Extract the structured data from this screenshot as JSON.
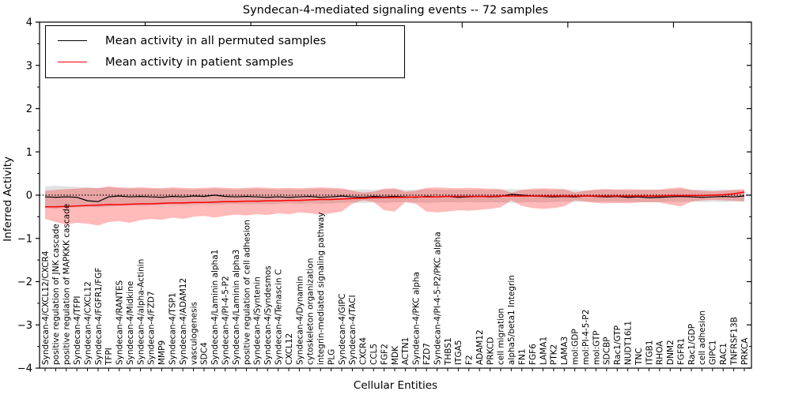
{
  "title": "Syndecan-4-mediated signaling events -- 72 samples",
  "axes": {
    "x_label": "Cellular Entities",
    "y_label": "Inferred Activity",
    "y_tick_values": [
      4,
      3,
      2,
      1,
      0,
      -1,
      -2,
      -3,
      -4
    ],
    "y_tick_labels": [
      "4",
      "3",
      "2",
      "1",
      "0",
      "−1",
      "−2",
      "−3",
      "−4"
    ],
    "y_min": -4,
    "y_max": 4
  },
  "legend": {
    "items": [
      {
        "label": "Mean activity in all permuted samples",
        "color": "#000000"
      },
      {
        "label": "Mean activity in patient samples",
        "color": "#ff0000"
      }
    ]
  },
  "colors": {
    "permuted_line": "#000000",
    "patient_line": "#ff0000",
    "permuted_band": "#aaaaaa",
    "patient_band": "#ff0000",
    "zero_line": "#000000"
  },
  "chart_data": {
    "type": "line",
    "title": "Syndecan-4-mediated signaling events -- 72 samples",
    "xlabel": "Cellular Entities",
    "ylabel": "Inferred Activity",
    "ylim": [
      -4,
      4
    ],
    "grid": false,
    "legend_position": "upper left",
    "zero_line": 0,
    "categories": [
      "Syndecan-4/CXCL12/CXCR4",
      "positive regulation of JNK cascade",
      "positive regulation of MAPKKK cascade",
      "Syndecan-4/TFPI",
      "Syndecan-4/CXCL12",
      "Syndecan-4/FGFR1/FGF",
      "TFPI",
      "Syndecan-4/RANTES",
      "Syndecan-4/Midkine",
      "Syndecan-4/alpha-Actinin",
      "Syndecan-4/FZD7",
      "MMP9",
      "Syndecan-4/TSP1",
      "Syndecan-4/ADAM12",
      "vasculogenesis",
      "SDC4",
      "Syndecan-4/Laminin alpha1",
      "Syndecan-4/PI-4-5-P2",
      "Syndecan-4/Laminin alpha3",
      "positive regulation of cell adhesion",
      "Syndecan-4/Syntenin",
      "Syndecan-4/Syndesmos",
      "Syndecan-4/Tenascin C",
      "CXCL12",
      "Syndecan-4/Dynamin",
      "cytoskeleton organization",
      "integrin-mediated signaling pathway",
      "PLG",
      "Syndecan-4/GIPC",
      "Syndecan-4/TACI",
      "CXCR4",
      "CCL5",
      "FGF2",
      "MDK",
      "ACTN1",
      "Syndecan-4/PKC alpha",
      "FZD7",
      "Syndecan-4/PI-4-5-P2/PKC alpha",
      "THBS1",
      "ITGA5",
      "F2",
      "ADAM12",
      "PRKCD",
      "cell migration",
      "alpha5/beta1 Integrin",
      "FN1",
      "FGF6",
      "LAMA1",
      "PTK2",
      "LAMA3",
      "mol:GDP",
      "mol:PI-4-5-P2",
      "mol:GTP",
      "SDCBP",
      "Rac1/GTP",
      "NUDT16L1",
      "TNC",
      "ITGB1",
      "RHOA",
      "DNM2",
      "FGFR1",
      "Rac1/GDP",
      "cell adhesion",
      "GIPC1",
      "RAC1",
      "TNFRSF13B",
      "PRKCA"
    ],
    "series": [
      {
        "name": "Mean activity in all permuted samples",
        "color": "#000000",
        "values": [
          -0.04,
          -0.05,
          -0.04,
          -0.05,
          -0.13,
          -0.15,
          -0.04,
          -0.02,
          -0.04,
          -0.03,
          -0.04,
          -0.05,
          -0.03,
          -0.04,
          -0.02,
          -0.03,
          0.0,
          -0.03,
          -0.04,
          -0.03,
          -0.04,
          -0.05,
          -0.04,
          -0.05,
          -0.04,
          -0.03,
          -0.05,
          -0.04,
          -0.02,
          -0.04,
          -0.05,
          -0.03,
          -0.04,
          -0.03,
          -0.04,
          -0.05,
          -0.03,
          -0.04,
          -0.03,
          -0.05,
          -0.04,
          -0.03,
          -0.04,
          -0.03,
          0.02,
          0.0,
          -0.02,
          -0.03,
          -0.04,
          -0.03,
          -0.04,
          -0.02,
          -0.03,
          -0.04,
          -0.03,
          -0.05,
          -0.04,
          -0.06,
          -0.05,
          -0.04,
          -0.03,
          -0.04,
          -0.05,
          -0.04,
          -0.03,
          -0.04,
          -0.02
        ]
      },
      {
        "name": "Mean activity in patient samples",
        "color": "#ff0000",
        "values": [
          -0.27,
          -0.27,
          -0.26,
          -0.25,
          -0.24,
          -0.23,
          -0.22,
          -0.22,
          -0.21,
          -0.2,
          -0.2,
          -0.19,
          -0.18,
          -0.18,
          -0.17,
          -0.17,
          -0.16,
          -0.15,
          -0.15,
          -0.14,
          -0.14,
          -0.13,
          -0.13,
          -0.12,
          -0.12,
          -0.11,
          -0.1,
          -0.1,
          -0.09,
          -0.08,
          -0.07,
          -0.06,
          -0.06,
          -0.05,
          -0.05,
          -0.04,
          -0.04,
          -0.04,
          -0.03,
          -0.03,
          -0.03,
          -0.03,
          -0.03,
          -0.02,
          -0.02,
          -0.02,
          -0.02,
          -0.02,
          -0.02,
          -0.02,
          -0.02,
          -0.02,
          -0.02,
          -0.02,
          -0.02,
          -0.02,
          -0.02,
          -0.02,
          -0.02,
          -0.01,
          -0.01,
          -0.01,
          -0.01,
          0.0,
          0.01,
          0.03,
          0.07
        ]
      }
    ],
    "bands": [
      {
        "name": "Permuted samples spread",
        "color": "#aaaaaa",
        "opacity": 0.35,
        "upper": [
          0.2,
          0.22,
          0.2,
          0.19,
          0.18,
          0.17,
          0.18,
          0.16,
          0.15,
          0.16,
          0.15,
          0.14,
          0.15,
          0.14,
          0.13,
          0.14,
          0.15,
          0.14,
          0.13,
          0.14,
          0.15,
          0.14,
          0.13,
          0.14,
          0.13,
          0.14,
          0.15,
          0.14,
          0.13,
          0.12,
          0.13,
          0.12,
          0.13,
          0.14,
          0.12,
          0.13,
          0.14,
          0.13,
          0.12,
          0.13,
          0.12,
          0.13,
          0.12,
          0.13,
          0.14,
          0.13,
          0.12,
          0.13,
          0.12,
          0.13,
          0.12,
          0.11,
          0.12,
          0.13,
          0.12,
          0.11,
          0.12,
          0.13,
          0.12,
          0.13,
          0.14,
          0.12,
          0.13,
          0.12,
          0.13,
          0.12,
          0.11
        ],
        "lower": [
          -0.3,
          -0.32,
          -0.3,
          -0.28,
          -0.27,
          -0.28,
          -0.27,
          -0.25,
          -0.24,
          -0.25,
          -0.24,
          -0.23,
          -0.22,
          -0.23,
          -0.22,
          -0.21,
          -0.22,
          -0.21,
          -0.2,
          -0.21,
          -0.2,
          -0.21,
          -0.2,
          -0.19,
          -0.2,
          -0.19,
          -0.2,
          -0.19,
          -0.18,
          -0.17,
          -0.18,
          -0.17,
          -0.18,
          -0.17,
          -0.16,
          -0.17,
          -0.18,
          -0.17,
          -0.16,
          -0.17,
          -0.16,
          -0.17,
          -0.16,
          -0.17,
          -0.18,
          -0.17,
          -0.16,
          -0.17,
          -0.16,
          -0.15,
          -0.16,
          -0.15,
          -0.16,
          -0.15,
          -0.16,
          -0.15,
          -0.16,
          -0.17,
          -0.16,
          -0.15,
          -0.16,
          -0.15,
          -0.16,
          -0.15,
          -0.16,
          -0.15,
          -0.14
        ]
      },
      {
        "name": "Patient samples spread",
        "color": "#ff0000",
        "opacity": 0.27,
        "upper": [
          0.1,
          0.12,
          0.14,
          0.15,
          0.17,
          0.16,
          0.2,
          0.18,
          0.17,
          0.18,
          0.17,
          0.16,
          0.18,
          0.17,
          0.16,
          0.17,
          0.18,
          0.17,
          0.16,
          0.17,
          0.18,
          0.17,
          0.16,
          0.17,
          0.16,
          0.17,
          0.18,
          0.17,
          0.16,
          0.1,
          0.06,
          0.08,
          0.15,
          0.16,
          0.08,
          0.1,
          0.17,
          0.18,
          0.17,
          0.16,
          0.17,
          0.16,
          0.15,
          0.14,
          0.06,
          0.12,
          0.15,
          0.16,
          0.15,
          0.14,
          0.06,
          0.1,
          0.13,
          0.14,
          0.13,
          0.14,
          0.13,
          0.12,
          0.13,
          0.16,
          0.18,
          0.12,
          0.1,
          0.09,
          0.1,
          0.12,
          0.14
        ],
        "lower": [
          -0.55,
          -0.62,
          -0.68,
          -0.64,
          -0.66,
          -0.7,
          -0.62,
          -0.6,
          -0.64,
          -0.58,
          -0.55,
          -0.57,
          -0.52,
          -0.55,
          -0.5,
          -0.48,
          -0.52,
          -0.48,
          -0.45,
          -0.47,
          -0.44,
          -0.46,
          -0.42,
          -0.44,
          -0.4,
          -0.42,
          -0.45,
          -0.42,
          -0.38,
          -0.2,
          -0.12,
          -0.16,
          -0.35,
          -0.38,
          -0.16,
          -0.2,
          -0.38,
          -0.4,
          -0.38,
          -0.35,
          -0.36,
          -0.34,
          -0.32,
          -0.28,
          -0.12,
          -0.25,
          -0.3,
          -0.32,
          -0.3,
          -0.26,
          -0.12,
          -0.15,
          -0.18,
          -0.19,
          -0.18,
          -0.19,
          -0.17,
          -0.16,
          -0.17,
          -0.22,
          -0.26,
          -0.15,
          -0.12,
          -0.11,
          -0.12,
          -0.13,
          -0.15
        ]
      }
    ]
  }
}
